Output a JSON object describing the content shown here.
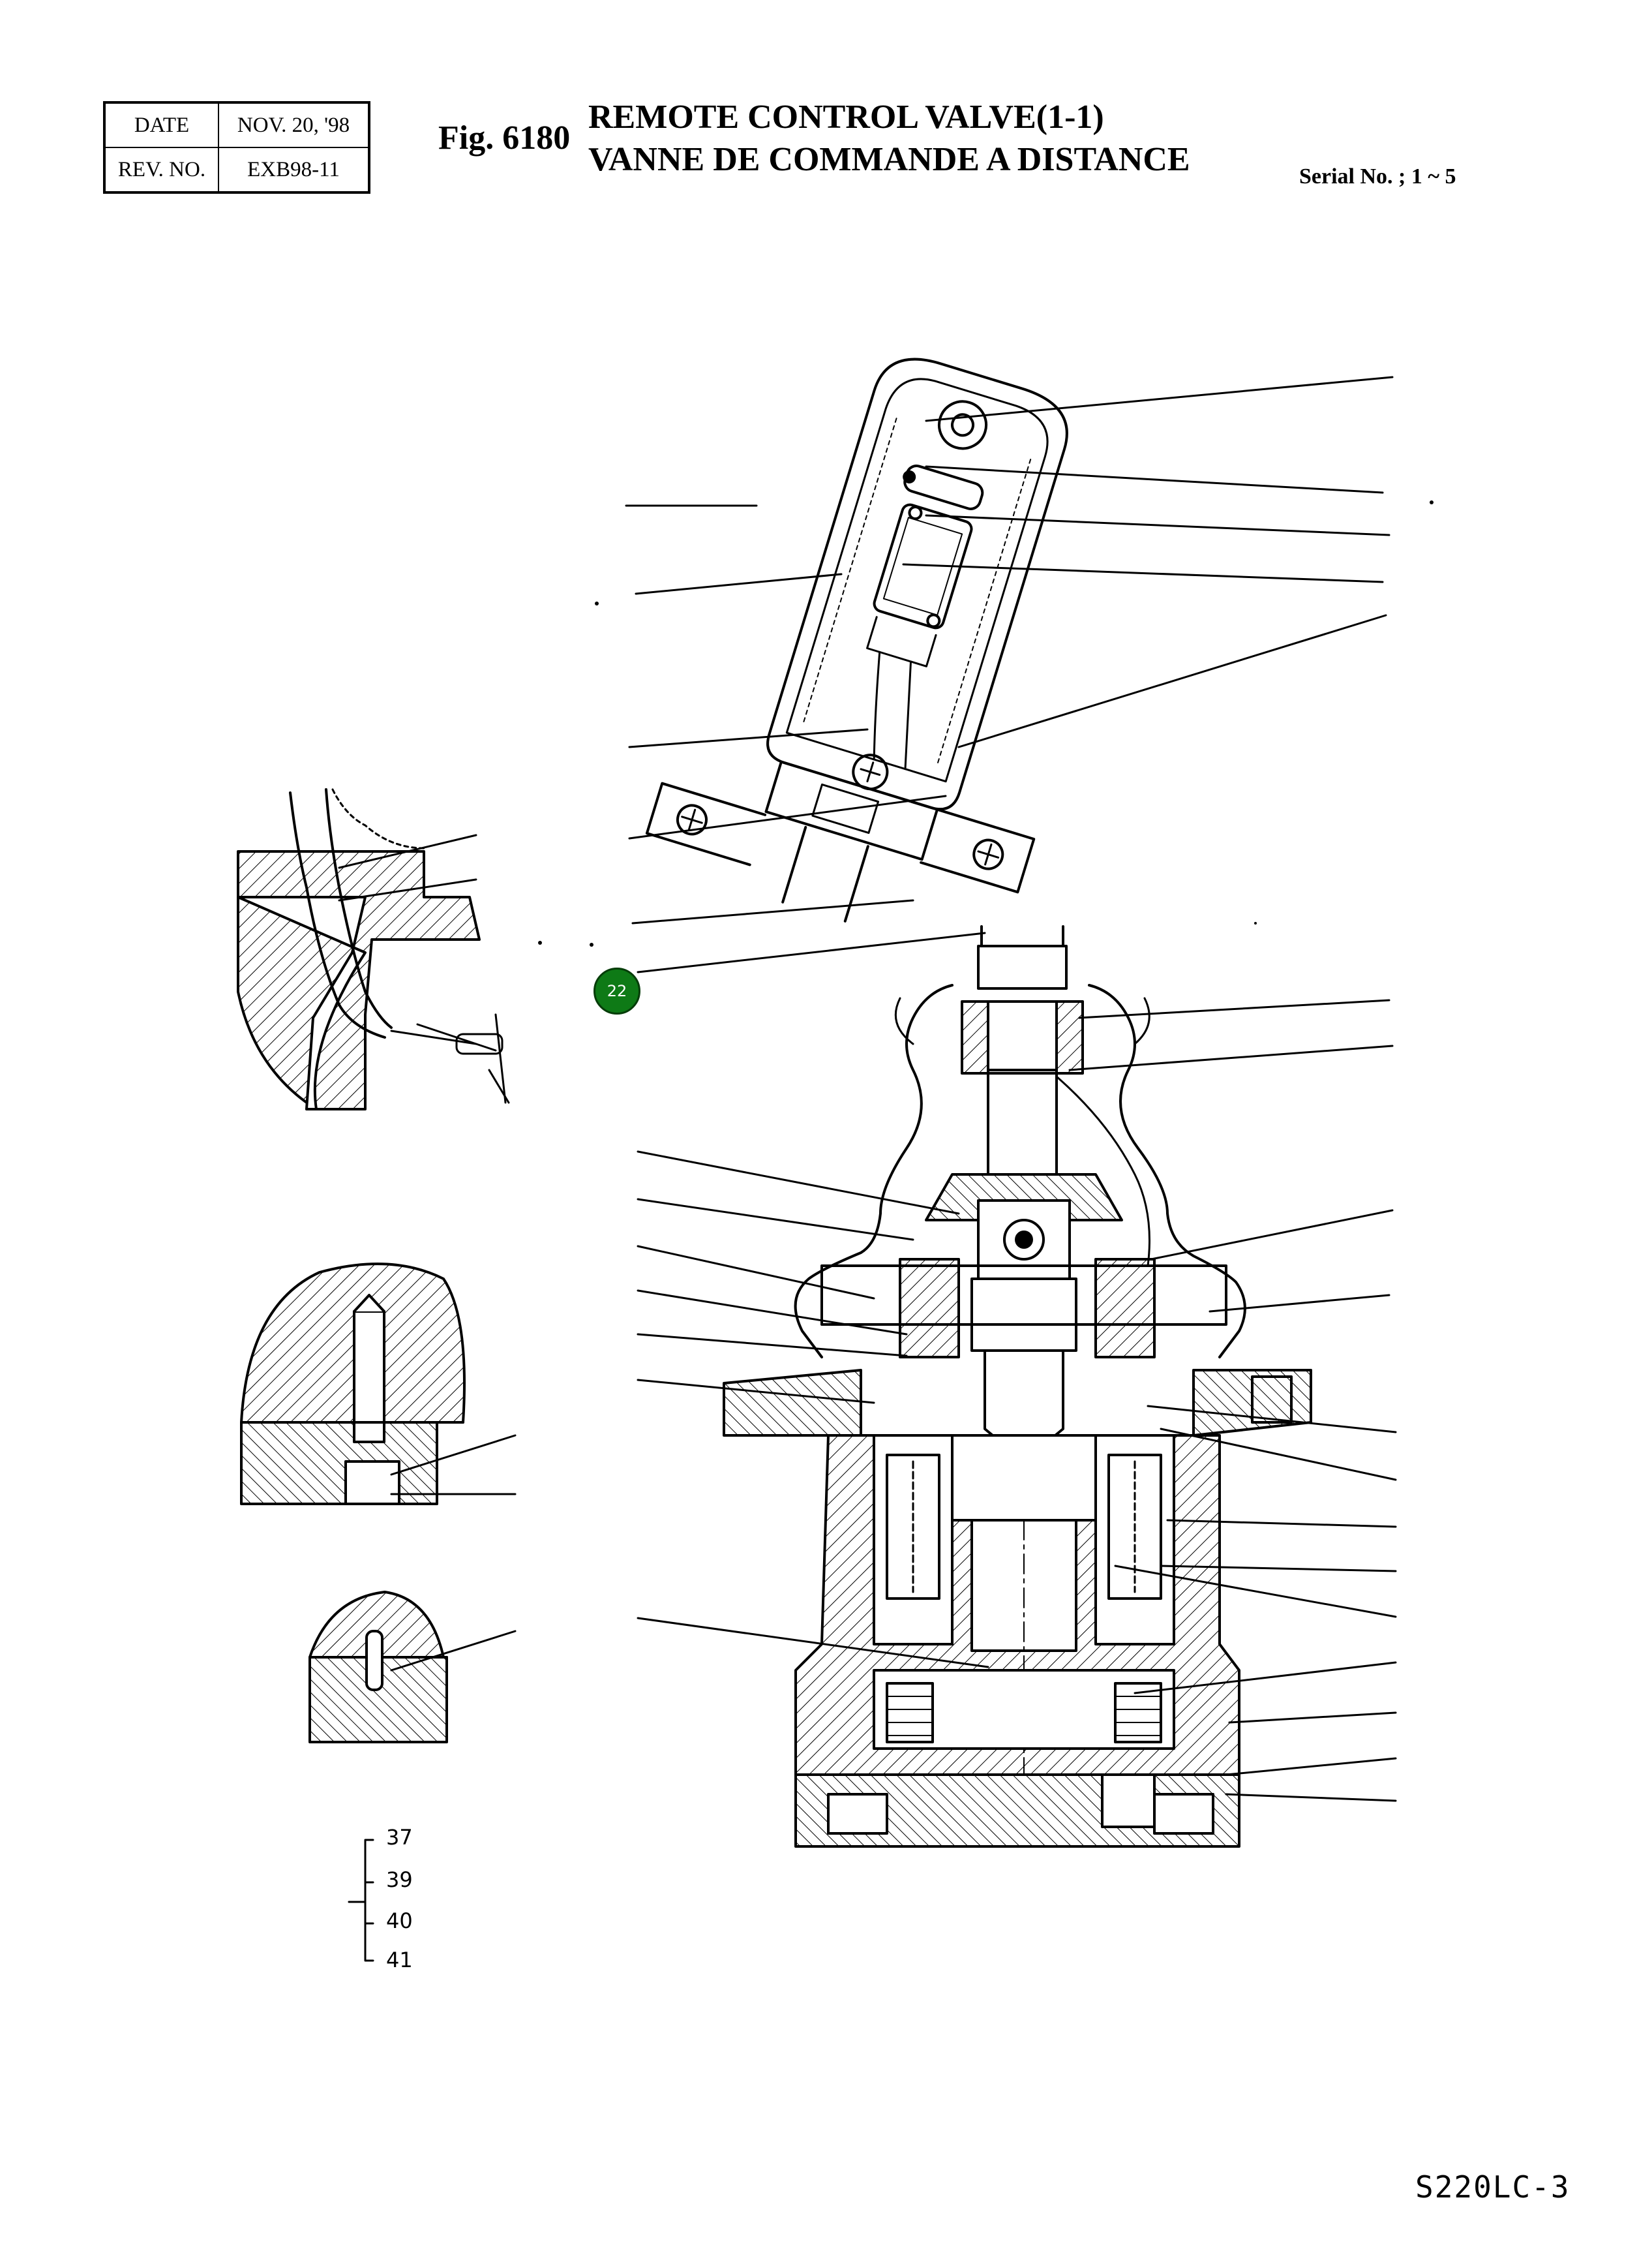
{
  "header": {
    "date_label": "DATE",
    "date_value": "NOV. 20, '98",
    "rev_label": "REV. NO.",
    "rev_value": "EXB98-11",
    "fig_number": "Fig. 6180",
    "title_en": "REMOTE CONTROL VALVE(1-1)",
    "title_fr": "VANNE DE COMMANDE A DISTANCE",
    "serial": "Serial No. ; 1 ~ 5"
  },
  "callouts": [
    {
      "label": "22",
      "color": "#0e7a16"
    }
  ],
  "bracket_labels": [
    "37",
    "39",
    "40",
    "41"
  ],
  "footer": {
    "model": "S220LC-3"
  }
}
